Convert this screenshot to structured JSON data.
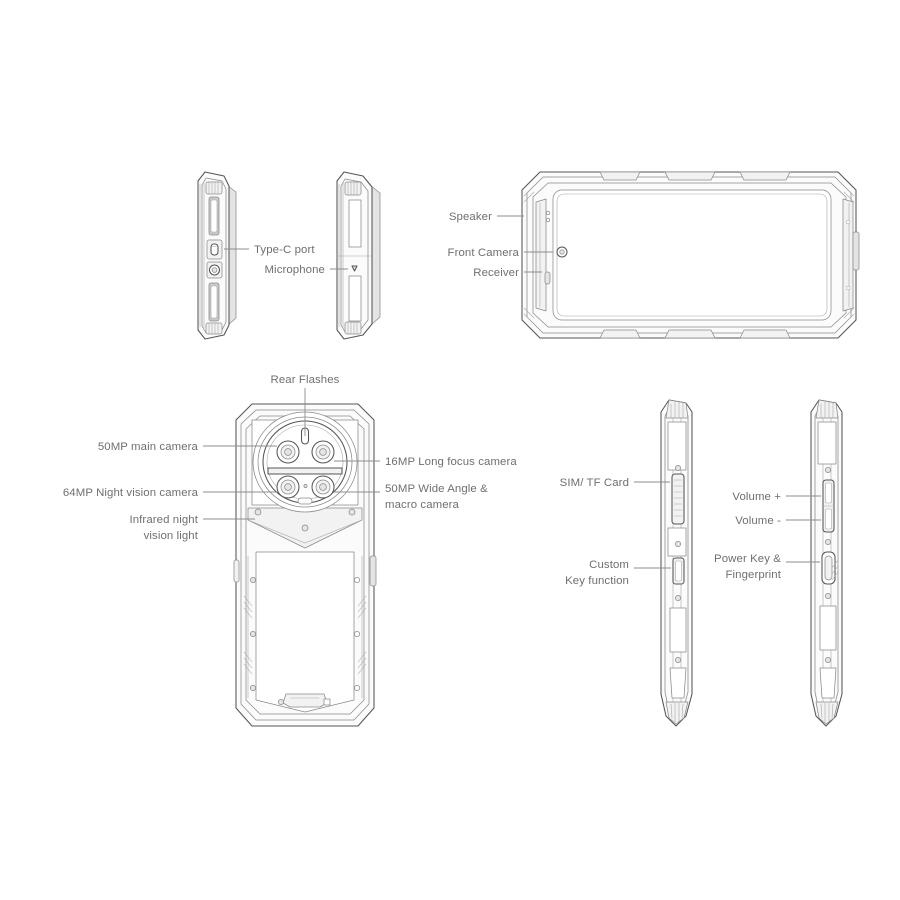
{
  "page": {
    "title": "Rugged Smartphone Exploded Feature Diagram",
    "background_color": "#ffffff",
    "label_color": "#6f6f6f",
    "line_color": "#555555"
  },
  "views": [
    {
      "id": "bottom-edge-view",
      "name": "Bottom edge view",
      "labels": [
        {
          "id": "type-c-port",
          "text": "Type-C port",
          "align": "left"
        },
        {
          "id": "microphone",
          "text": "Microphone",
          "align": "right"
        }
      ]
    },
    {
      "id": "top-edge-view",
      "name": "Top edge view",
      "labels": []
    },
    {
      "id": "front-view",
      "name": "Front view",
      "labels": [
        {
          "id": "speaker",
          "text": "Speaker",
          "align": "right"
        },
        {
          "id": "front-camera",
          "text": "Front Camera",
          "align": "right"
        },
        {
          "id": "receiver",
          "text": "Receiver",
          "align": "right"
        }
      ]
    },
    {
      "id": "rear-view",
      "name": "Rear view",
      "labels": [
        {
          "id": "rear-flashes",
          "text": "Rear Flashes",
          "align": "center"
        },
        {
          "id": "main-camera",
          "text": "50MP main camera",
          "align": "right"
        },
        {
          "id": "night-vision-camera",
          "text": "64MP Night vision camera",
          "align": "right"
        },
        {
          "id": "infrared-light-line1",
          "text": "Infrared night",
          "align": "right"
        },
        {
          "id": "infrared-light-line2",
          "text": "vision light",
          "align": "right"
        },
        {
          "id": "long-focus-camera",
          "text": "16MP Long focus camera",
          "align": "left"
        },
        {
          "id": "wide-angle-camera-line1",
          "text": "50MP Wide Angle &",
          "align": "left"
        },
        {
          "id": "wide-angle-camera-line2",
          "text": "macro camera",
          "align": "left"
        }
      ]
    },
    {
      "id": "left-side-view",
      "name": "Left side view",
      "labels": [
        {
          "id": "sim-tf-card",
          "text": "SIM/ TF Card",
          "align": "right"
        },
        {
          "id": "custom-key-line1",
          "text": "Custom",
          "align": "right"
        },
        {
          "id": "custom-key-line2",
          "text": "Key function",
          "align": "right"
        }
      ]
    },
    {
      "id": "right-side-view",
      "name": "Right side view",
      "labels": [
        {
          "id": "volume-up",
          "text": "Volume +",
          "align": "right"
        },
        {
          "id": "volume-down",
          "text": "Volume -",
          "align": "right"
        },
        {
          "id": "power-key-line1",
          "text": "Power Key &",
          "align": "right"
        },
        {
          "id": "power-key-line2",
          "text": "Fingerprint",
          "align": "right"
        }
      ]
    }
  ],
  "callouts": {
    "type_c_port": "Type-C port",
    "microphone": "Microphone",
    "speaker": "Speaker",
    "front_camera": "Front Camera",
    "receiver": "Receiver",
    "rear_flashes": "Rear Flashes",
    "main_camera": "50MP main camera",
    "night_vision_camera": "64MP Night vision camera",
    "infrared_light_1": "Infrared night",
    "infrared_light_2": "vision light",
    "long_focus_camera": "16MP Long focus camera",
    "wide_angle_1": "50MP Wide Angle &",
    "wide_angle_2": "macro camera",
    "sim_tf_card": "SIM/ TF Card",
    "custom_key_1": "Custom",
    "custom_key_2": "Key function",
    "volume_up": "Volume +",
    "volume_down": "Volume -",
    "power_key_1": "Power Key &",
    "power_key_2": "Fingerprint"
  }
}
